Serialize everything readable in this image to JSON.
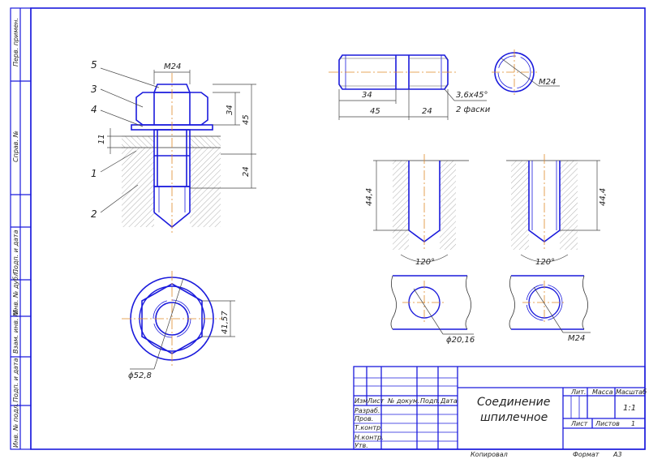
{
  "drawing": {
    "title_line1": "Соединение",
    "title_line2": "шпилечное",
    "format_label": "Формат",
    "format_value": "A3",
    "copied_label": "Копировал",
    "scale": "1:1"
  },
  "side_stamp": {
    "perv_primen": "Перв. примен.",
    "sprav_no": "Справ. №",
    "podp_data_1": "Подп. и дата",
    "inv_dubl": "Инв. № дубл.",
    "vzam_inv": "Взам. инв. №",
    "podp_data_2": "Подп. и дата",
    "inv_podl": "Инв. № подл."
  },
  "title_block": {
    "col_izm": "Изм",
    "col_list": "Лист",
    "col_dokum": "№ докум.",
    "col_podp": "Подп.",
    "col_data": "Дата",
    "razrab": "Разраб.",
    "prov": "Пров.",
    "tkontr": "Т.контр.",
    "nkontr": "Н.контр.",
    "utv": "Утв.",
    "lit": "Лит.",
    "massa": "Масса",
    "masshtab": "Масштаб",
    "list": "Лист",
    "listov": "Листов",
    "listov_value": "1"
  },
  "assembly": {
    "thread_top": "M24",
    "pos_5": "5",
    "pos_3": "3",
    "pos_4": "4",
    "pos_1": "1",
    "pos_2": "2",
    "dim_11": "11",
    "dim_34": "34",
    "dim_45": "45",
    "dim_24": "24"
  },
  "top_view": {
    "dim_41_57": "41,57",
    "dim_52_8": "ϕ52,8"
  },
  "stud": {
    "dim_34": "34",
    "dim_45": "45",
    "dim_24": "24",
    "chamfer": "3,6x45°",
    "chamfer_note": "2 фаски",
    "end_thread": "M24"
  },
  "holes": {
    "left_depth": "44,4",
    "right_depth": "44,4",
    "left_angle": "120°",
    "right_angle": "120°",
    "left_dia": "ϕ20,16",
    "right_thread": "M24"
  }
}
